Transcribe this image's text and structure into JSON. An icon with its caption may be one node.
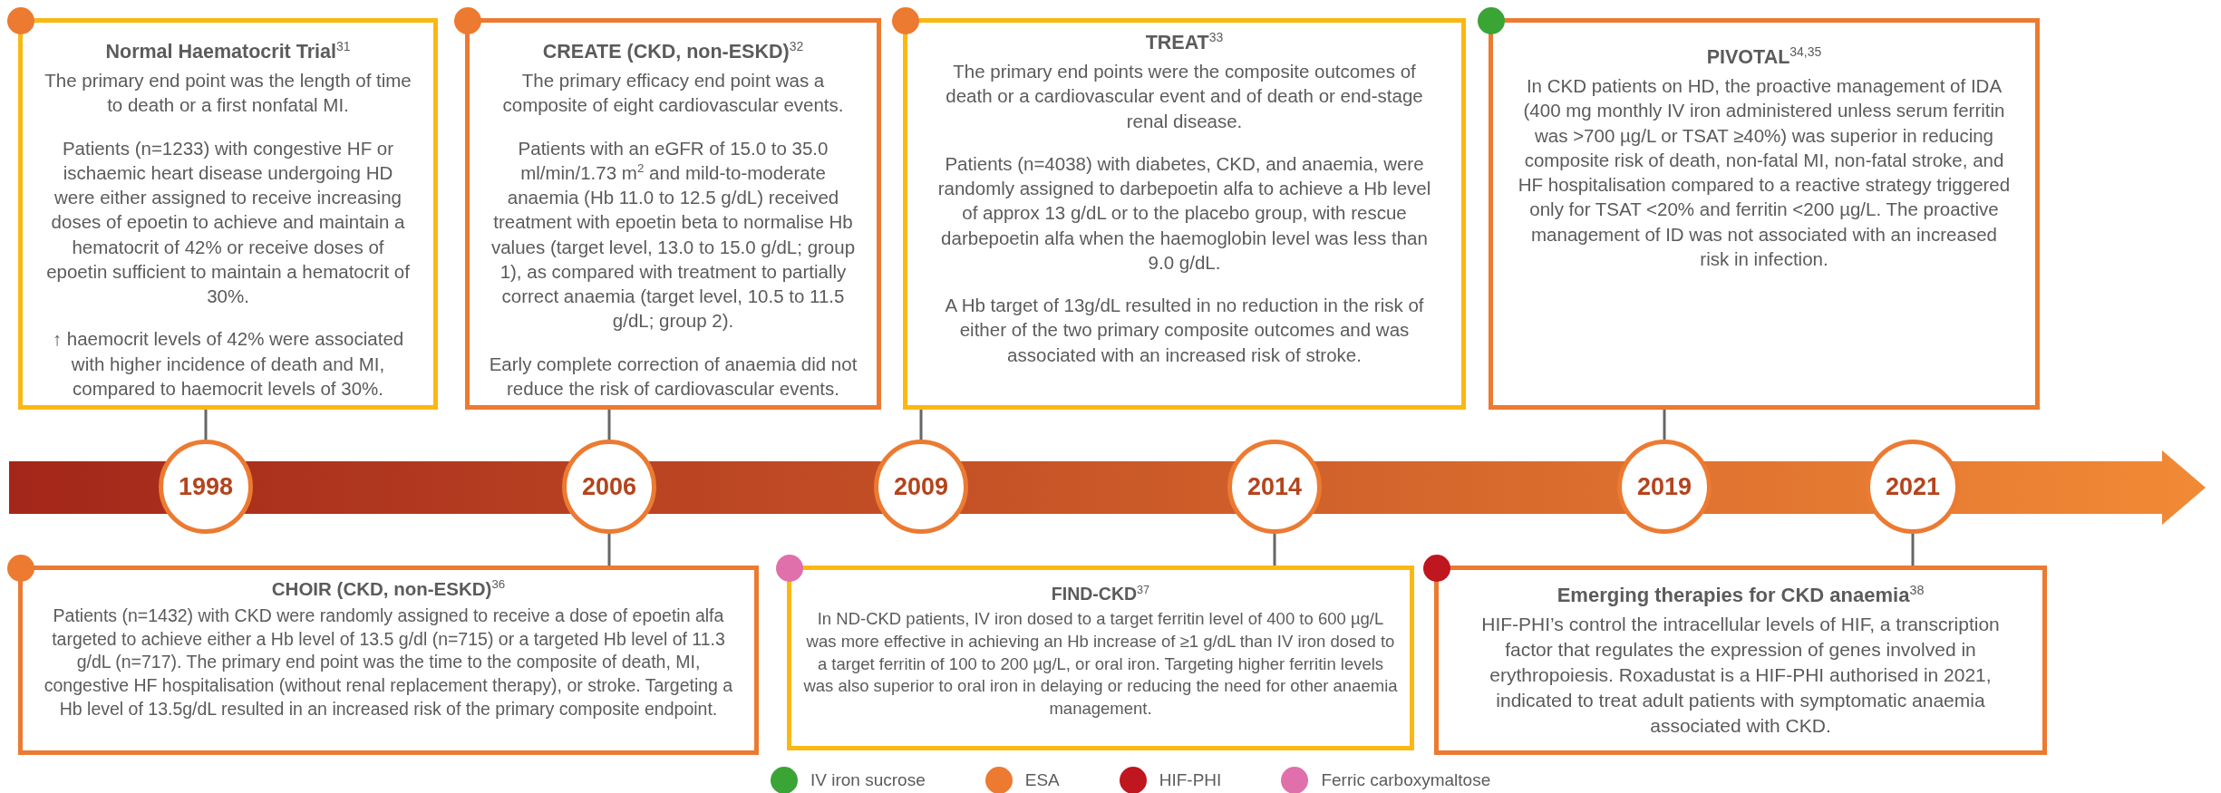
{
  "diagram": {
    "nodes": [
      {
        "text": [
          "Normal Haematocrit Trial$^{31}$",
          "The primary end point was the length of time to death or a first nonfatal MI.",
          "Patients (n=1233) with congestive HF or ischaemic heart disease undergoing HD were either assigned to receive increasing doses of epoetin to achieve and maintain a hematocrit of 42% or receive doses of epoetin sufficient to maintain a hematocrit of 30%.",
          "↑ haemocrit levels of 42% were associated with higher incidence of death and MI, compared to haemocrit levels of 30%."
        ]
      },
      {
        "text": [
          "CREATE (CKD, non-ESKD)$^{32}$",
          "The primary efficacy end point was a composite of eight cardiovascular events.",
          "Patients with an eGFR of 15.0 to 35.0 ml/min/1.73 m$^{2}$ and mild-to-moderate anaemia (Hb 11.0 to 12.5 g/dL) received treatment with epoetin beta to normalise Hb values (target level, 13.0 to 15.0 g/dL; group 1), as compared with treatment to partially correct anaemia (target level, 10.5 to 11.5 g/dL; group 2).",
          "Early complete correction of anaemia did not reduce the risk of cardiovascular events."
        ]
      },
      {
        "text": [
          "TREAT$^{33}$",
          "The primary end points were the composite outcomes of death or a cardiovascular event and of death or end-stage renal disease.",
          "Patients (n=4038) with diabetes, CKD, and anaemia, were randomly assigned to darbepoetin alfa to achieve a Hb level of approx 13 g/dL or to the placebo group, with rescue darbepoetin alfa when the haemoglobin level was less than 9.0 g/dL.",
          "A Hb target of 13g/dL resulted in no reduction in the risk of either of the two primary composite outcomes and was associated with an increased risk of stroke."
        ]
      },
      {
        "text": [
          "PIVOTAL$^{34,35}$",
          "In CKD patients on HD, the proactive management of IDA (400 mg monthly IV iron administered unless serum ferritin was >700 µg/L or TSAT ≥40%) was superior in reducing composite risk of death, non-fatal MI, non-fatal stroke, and HF hospitalisation compared to a reactive strategy triggered only for TSAT <20% and ferritin <200 µg/L. The proactive management of ID was not associated with an increased risk in infection."
        ]
      },
      {
        "text": [
          "1998"
        ]
      },
      {
        "text": [
          "2006"
        ]
      },
      {
        "text": [
          "2009"
        ]
      },
      {
        "text": [
          "2014"
        ]
      },
      {
        "text": [
          "2019"
        ]
      },
      {
        "text": [
          "2021"
        ]
      },
      {
        "text": [
          "CHOIR (CKD, non-ESKD)$^{36}$",
          "Patients (n=1432) with CKD were randomly assigned to receive a dose of epoetin alfa targeted to achieve either a Hb level of 13.5 g/dl (n=715) or a targeted Hb level of 11.3 g/dL (n=717). The primary end point was the time to the composite of death, MI, congestive HF hospitalisation (without renal replacement therapy), or stroke. Targeting a Hb level of 13.5g/dL resulted in an increased risk of the primary composite endpoint."
        ]
      },
      {
        "text": [
          "FIND-CKD$^{37}$",
          "In ND-CKD patients, IV iron dosed to a target ferritin level of 400 to 600 µg/L was more effective in achieving an Hb increase of ≥1 g/dL than IV iron dosed to a target ferritin of 100 to 200 µg/L, or oral iron. Targeting higher ferritin levels was also superior to oral iron in delaying or reducing the need for other anaemia management."
        ]
      },
      {
        "text": [
          "Emerging therapies for CKD anaemia$^{38}$",
          "HIF-PHI’s control the intracellular levels of HIF, a transcription factor that regulates the expression of genes involved in erythropoiesis. Roxadustat is a HIF-PHI authorised in 2021, indicated to treat adult patients with symptomatic anaemia associated with CKD."
        ]
      },
      {
        "text": [],
        "shape": "arrow"
      }
    ],
    "edges": [
      {
        "from": 0,
        "to": 4,
        "arrow": "none"
      },
      {
        "from": 1,
        "to": 5,
        "arrow": "none"
      },
      {
        "from": 2,
        "to": 6,
        "arrow": "none"
      },
      {
        "from": 3,
        "to": 8,
        "arrow": "none"
      },
      {
        "from": 10,
        "to": 5,
        "arrow": "none"
      },
      {
        "from": 11,
        "to": 7,
        "arrow": "none"
      },
      {
        "from": 12,
        "to": 9,
        "arrow": "none"
      }
    ],
    "legend": [
      {
        "text": "IV iron sucrose",
        "color": "#3aa435"
      },
      {
        "text": "ESA",
        "color": "#ec7a31"
      },
      {
        "text": "HIF-PHI",
        "color": "#c0161f"
      },
      {
        "text": "Ferric carboxymaltose",
        "color": "#e070ab"
      }
    ]
  }
}
